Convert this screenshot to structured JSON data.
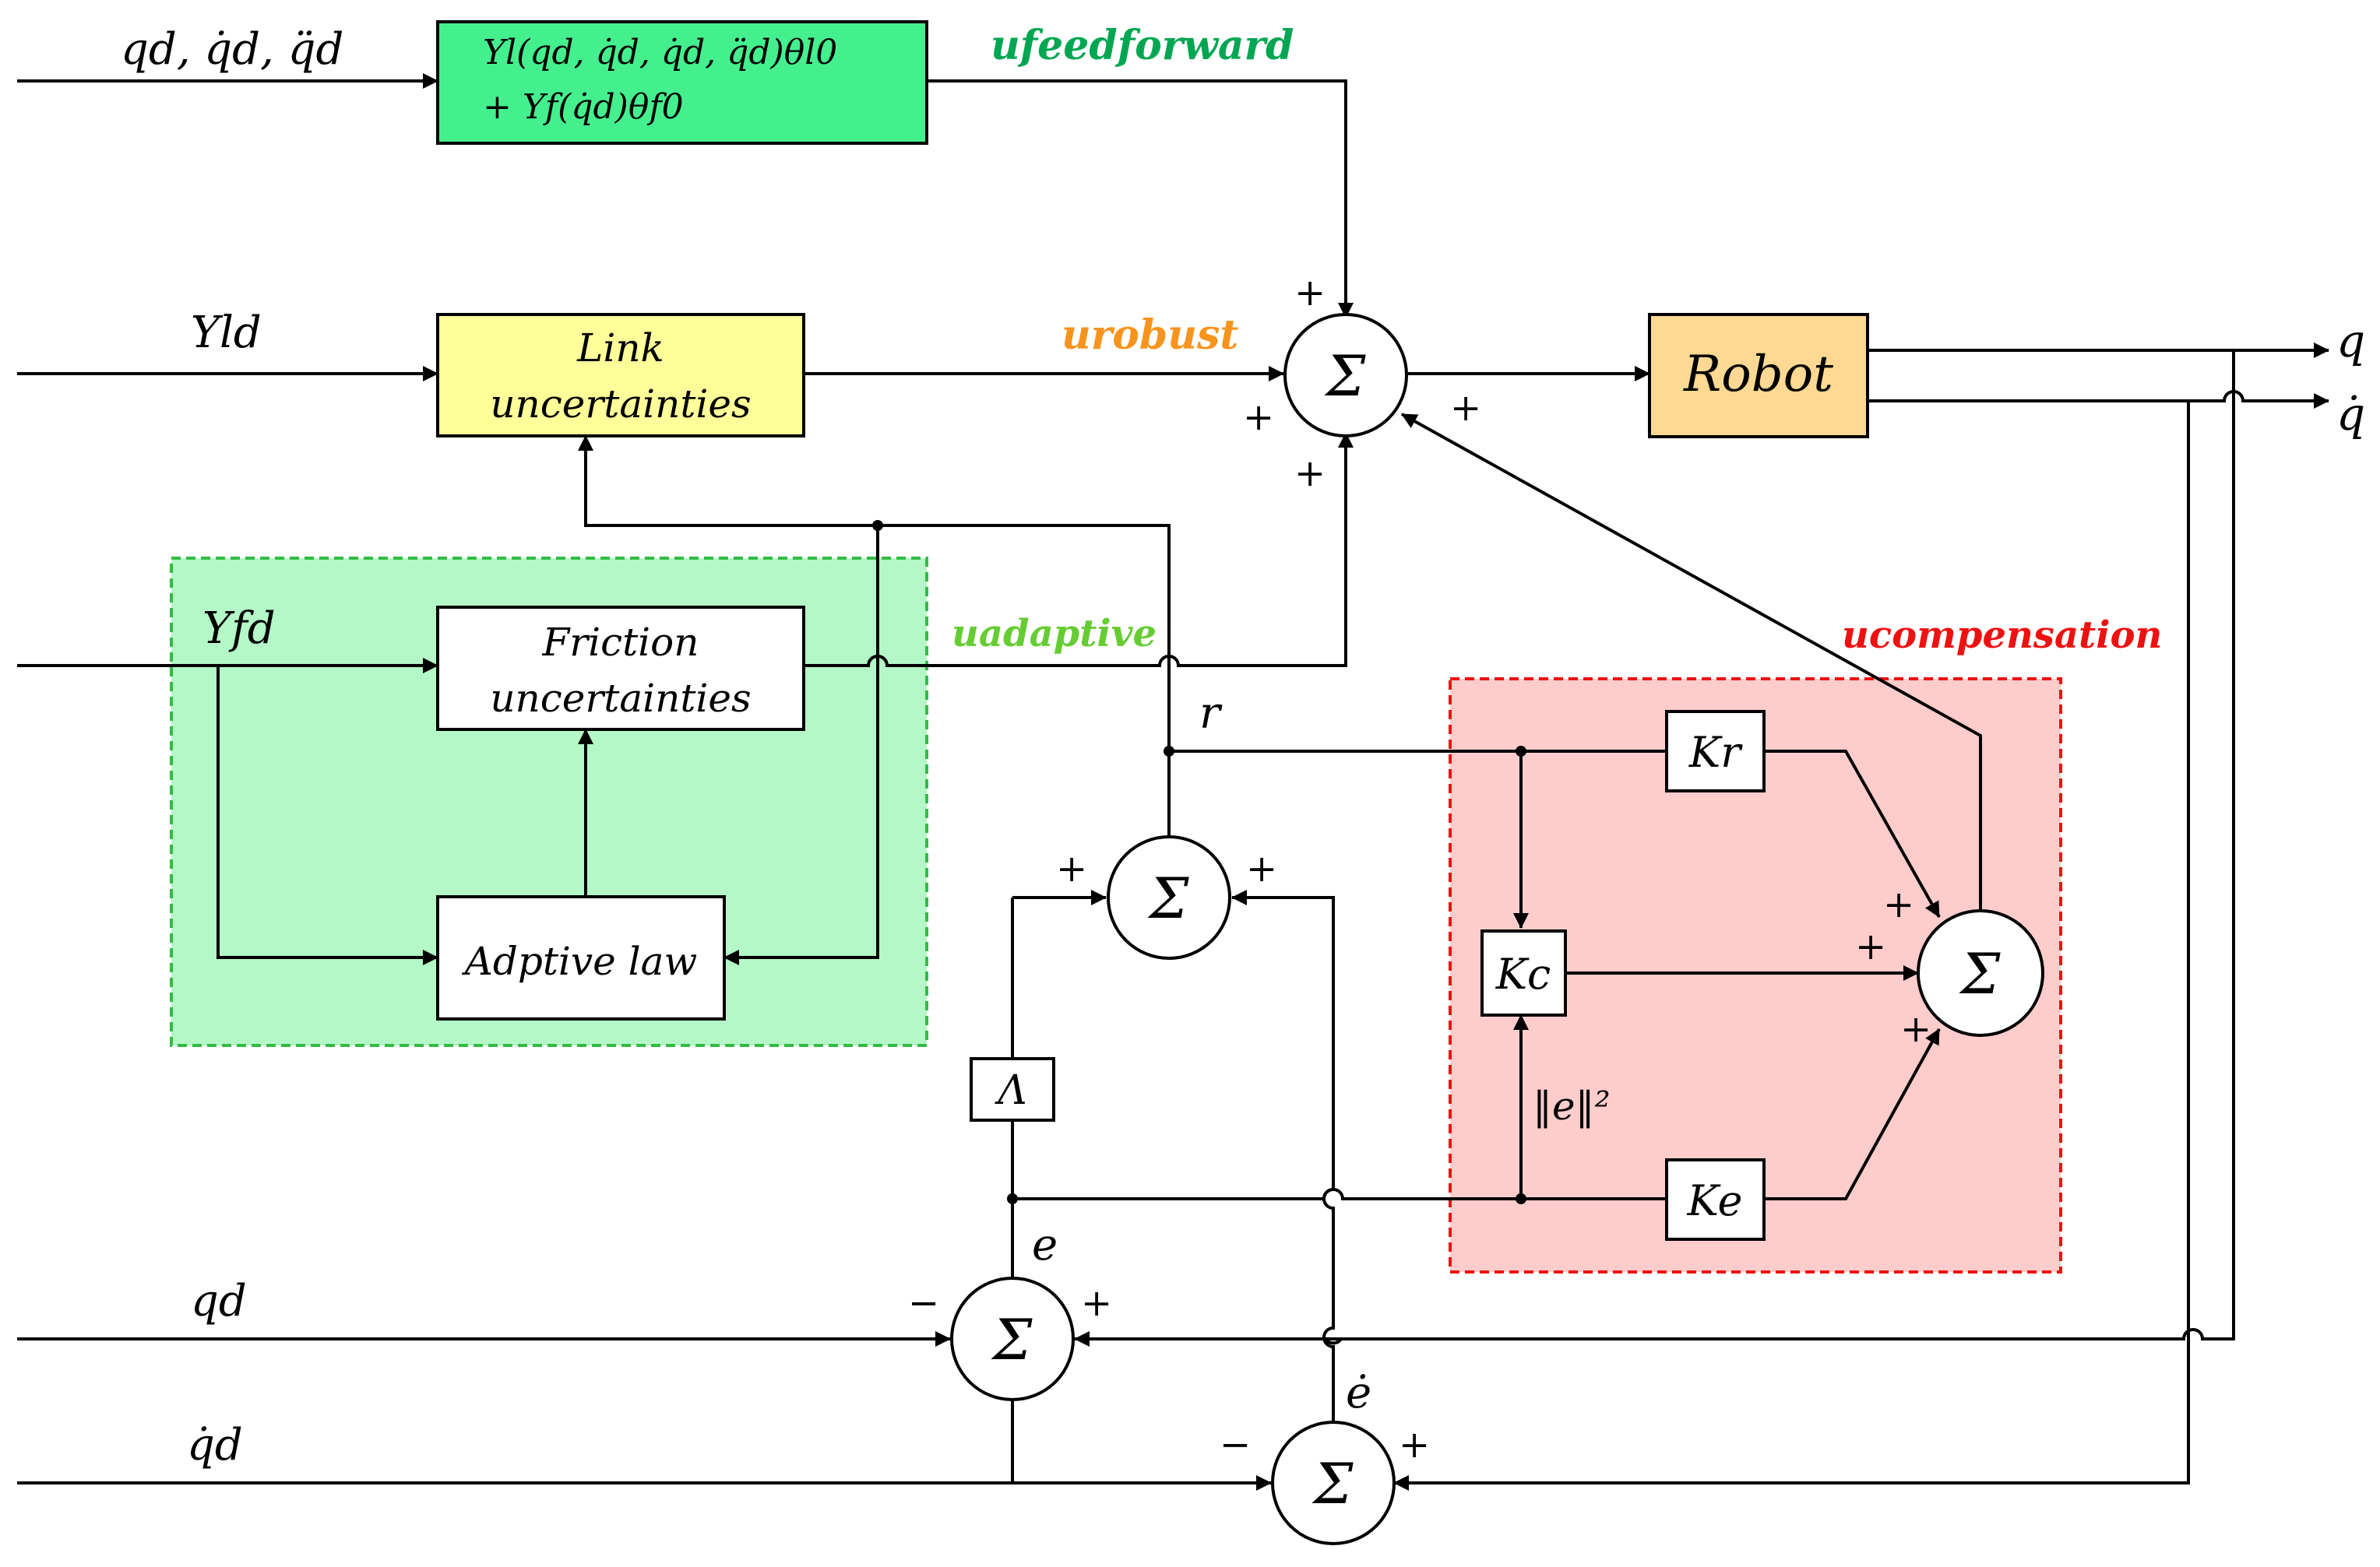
{
  "colors": {
    "feedforward_block": "#44f08e",
    "link_block": "#ffff99",
    "robot_block": "#ffd993",
    "adaptive_region": "#b3f8c6",
    "adaptive_region_border": "#33bb44",
    "compensation_region": "#ffcccc",
    "compensation_region_border": "#ee1111",
    "feedforward_label": "#00a651",
    "robust_label": "#f7941d",
    "adaptive_label": "#66cc33",
    "compensation_label": "#ee1111"
  },
  "inputs": {
    "desired_trajectory": "qd, q̇d, q̈d",
    "link_regressor": "Yld",
    "friction_regressor": "Yfd",
    "desired_position": "qd",
    "desired_velocity": "q̇d"
  },
  "blocks": {
    "feedforward_line1": "Yl(qd, q̇d, q̇d, q̈d)θl0",
    "feedforward_line2": "+ Yf(q̇d)θf0",
    "link_line1": "Link",
    "link_line2": "uncertainties",
    "friction_line1": "Friction",
    "friction_line2": "uncertainties",
    "adaptive_law": "Adptive law",
    "robot": "Robot",
    "lambda": "Λ",
    "kr": "Kr",
    "kc": "Kc",
    "ke": "Ke"
  },
  "sum_symbol": "Σ",
  "signals": {
    "u_feedforward": "ufeedforward",
    "u_robust": "urobust",
    "u_adaptive": "uadaptive",
    "u_compensation": "ucompensation",
    "r": "r",
    "e": "e",
    "e_dot": "ė",
    "e_norm": "‖e‖²",
    "output_q": "q",
    "output_qdot": "q̇"
  },
  "signs": {
    "plus": "+",
    "minus": "−"
  }
}
